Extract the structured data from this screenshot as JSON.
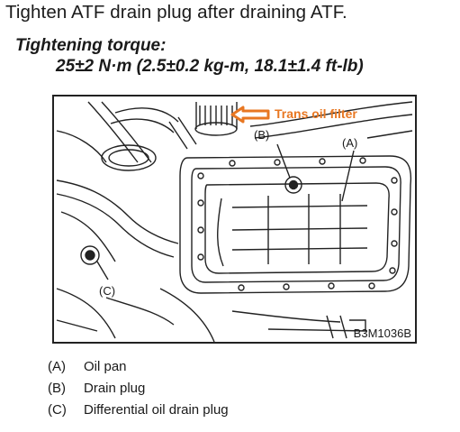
{
  "instruction": "Tighten ATF drain plug after draining ATF.",
  "torque": {
    "heading": "Tightening torque:",
    "value": "25±2 N·m (2.5±0.2 kg-m, 18.1±1.4 ft-lb)"
  },
  "figure": {
    "callout_label": "Trans oil filter",
    "callout_color": "#e87722",
    "labels": {
      "a": "(A)",
      "b": "(B)",
      "c": "(C)"
    },
    "figure_code": "B3M1036B"
  },
  "legend": [
    {
      "key": "(A)",
      "text": "Oil pan"
    },
    {
      "key": "(B)",
      "text": "Drain plug"
    },
    {
      "key": "(C)",
      "text": "Differential oil drain plug"
    }
  ]
}
